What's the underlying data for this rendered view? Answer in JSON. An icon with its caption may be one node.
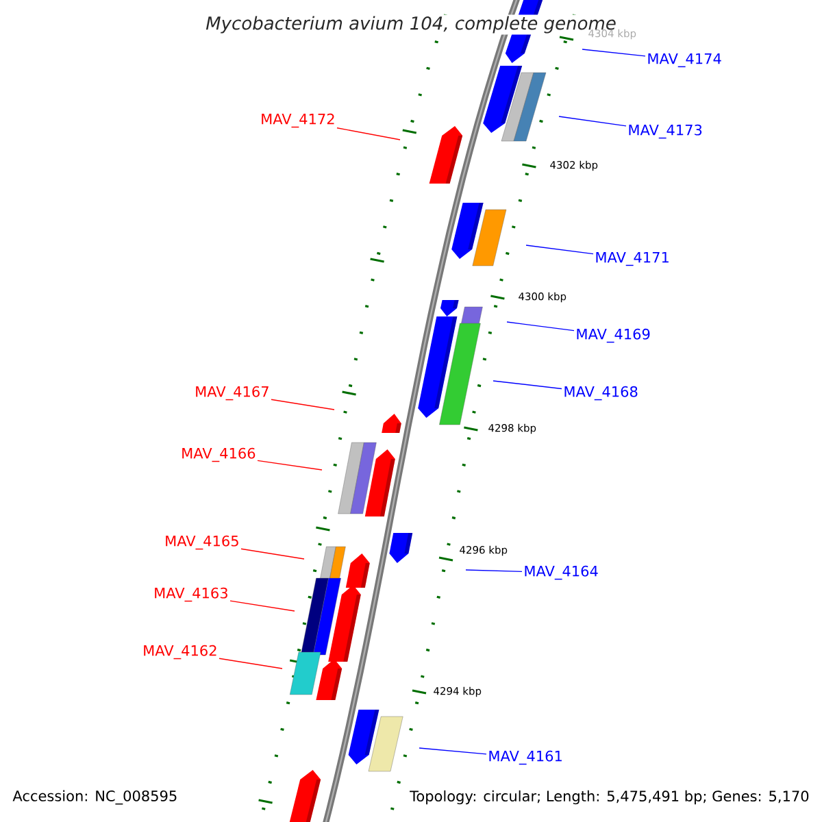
{
  "diagram": {
    "title": "Mycobacterium avium 104, complete genome",
    "nodes": [
      {
        "text": [
          "MAV_4174"
        ]
      },
      {
        "text": [
          "MAV_4173"
        ]
      },
      {
        "text": [
          "MAV_4172"
        ]
      },
      {
        "text": [
          "MAV_4171"
        ]
      },
      {
        "text": [
          "MAV_4169"
        ]
      },
      {
        "text": [
          "MAV_4168"
        ]
      },
      {
        "text": [
          "MAV_4167"
        ]
      },
      {
        "text": [
          "MAV_4166"
        ]
      },
      {
        "text": [
          "MAV_4165"
        ]
      },
      {
        "text": [
          "MAV_4164"
        ]
      },
      {
        "text": [
          "MAV_4163"
        ]
      },
      {
        "text": [
          "MAV_4162"
        ]
      },
      {
        "text": [
          "MAV_4161"
        ]
      }
    ],
    "edges": [
      {
        "from": 0,
        "to": null,
        "arrow": "none"
      },
      {
        "from": 1,
        "to": null,
        "arrow": "none"
      },
      {
        "from": 2,
        "to": null,
        "arrow": "none",
        "color": "#ff0000"
      },
      {
        "from": 3,
        "to": null,
        "arrow": "none"
      },
      {
        "from": 4,
        "to": null,
        "arrow": "none"
      },
      {
        "from": 5,
        "to": null,
        "arrow": "none"
      },
      {
        "from": 6,
        "to": null,
        "arrow": "none",
        "color": "#ff0000"
      },
      {
        "from": 7,
        "to": null,
        "arrow": "none",
        "color": "#ff0000"
      },
      {
        "from": 8,
        "to": null,
        "arrow": "none",
        "color": "#ff0000"
      },
      {
        "from": 9,
        "to": null,
        "arrow": "none"
      },
      {
        "from": 10,
        "to": null,
        "arrow": "none",
        "color": "#ff0000"
      },
      {
        "from": 11,
        "to": null,
        "arrow": "none",
        "color": "#ff0000"
      },
      {
        "from": 12,
        "to": null,
        "arrow": "none"
      }
    ],
    "labels": [
      "4304 kbp",
      "4302 kbp",
      "4300 kbp",
      "4298 kbp",
      "4296 kbp",
      "4294 kbp",
      "Accession: NC_008595",
      "Topology: circular; Length: 5,475,491 bp; Genes: 5,170"
    ]
  }
}
